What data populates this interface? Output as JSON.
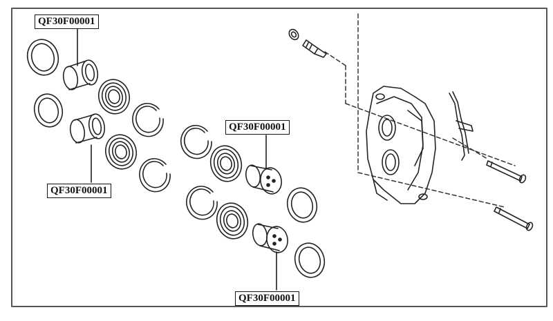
{
  "diagram": {
    "frame_color": "#555555",
    "line_color": "#222222",
    "callouts": [
      {
        "id": "callout-top-left",
        "part_no": "QF30F00001"
      },
      {
        "id": "callout-mid-left",
        "part_no": "QF30F00001"
      },
      {
        "id": "callout-center",
        "part_no": "QF30F00001"
      },
      {
        "id": "callout-bottom",
        "part_no": "QF30F00001"
      }
    ]
  }
}
